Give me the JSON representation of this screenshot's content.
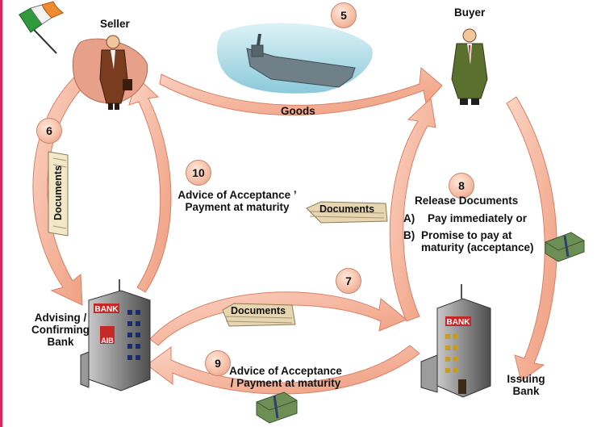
{
  "actors": {
    "seller": "Seller",
    "buyer": "Buyer",
    "advising_bank": "Advising / Confirming Bank",
    "issuing_bank": "Issuing Bank"
  },
  "building_signs": {
    "left_bank": "BANK",
    "left_logo": "AIB",
    "right_bank": "BANK"
  },
  "goods_label": "Goods",
  "steps": {
    "s5": "5",
    "s6": "6",
    "s7": "7",
    "s8": "8",
    "s9": "9",
    "s10": "10"
  },
  "documents": {
    "left": "Documents",
    "middle": "Documents",
    "bottom": "Documents"
  },
  "advice_top": {
    "line1": "Advice of Acceptance ’",
    "line2": "Payment at maturity"
  },
  "advice_bottom": {
    "line1": "Advice of Acceptance",
    "line2": "/ Payment at maturity"
  },
  "release": {
    "title": "Release Documents",
    "a_marker": "A)",
    "a_text": "Pay immediately or",
    "b_marker": "B)",
    "b_line1": "Promise to pay at",
    "b_line2": "maturity (acceptance)"
  },
  "colors": {
    "arrow_fill": "#f3a88a",
    "arrow_stroke": "#d98066",
    "badge_fill": "#f6c0a8",
    "page_edge": "#e0245e"
  }
}
